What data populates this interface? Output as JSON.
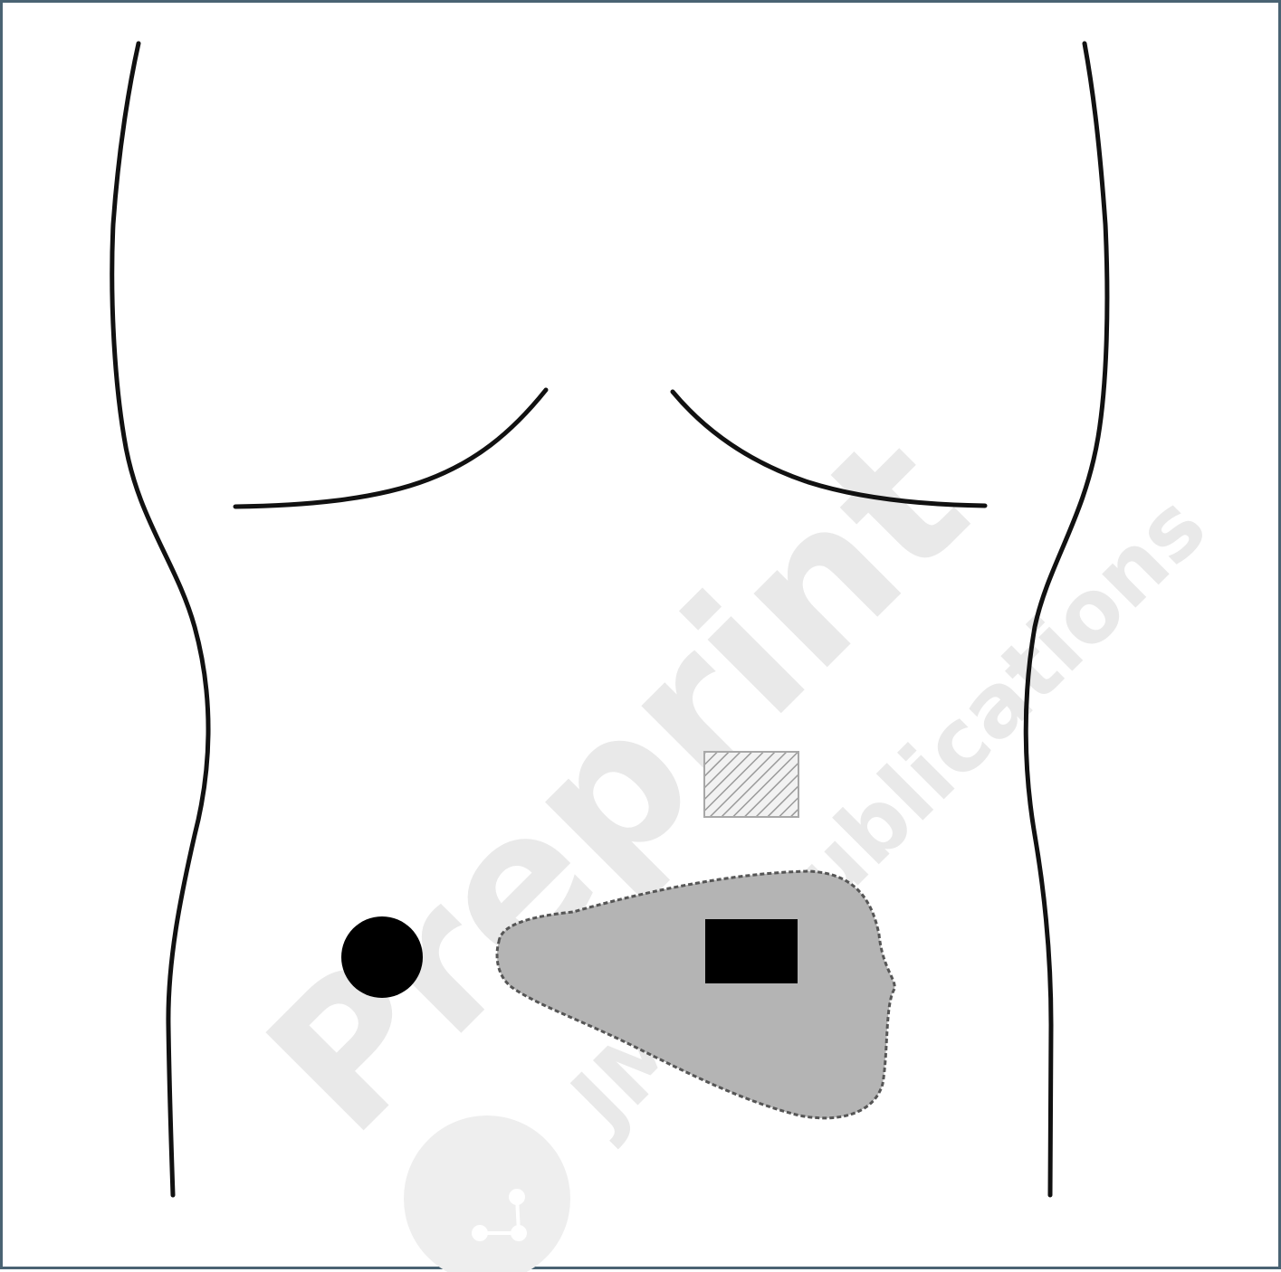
{
  "figure": {
    "watermark": {
      "main": "Preprint",
      "sub": "JMIR Publications",
      "logo": "jmir-logo-icon"
    },
    "colors": {
      "border": "#4a6373",
      "outline": "#111111",
      "region_fill": "#b4b4b4",
      "black_marker": "#000000",
      "hatched_marker": "#9a9a9a",
      "watermark": "#e9e9e9"
    },
    "markers": {
      "circle": "filled-black-circle",
      "square": "filled-black-rectangle",
      "hatched": "hatched-rectangle",
      "region": "grey-shaded-region"
    }
  }
}
